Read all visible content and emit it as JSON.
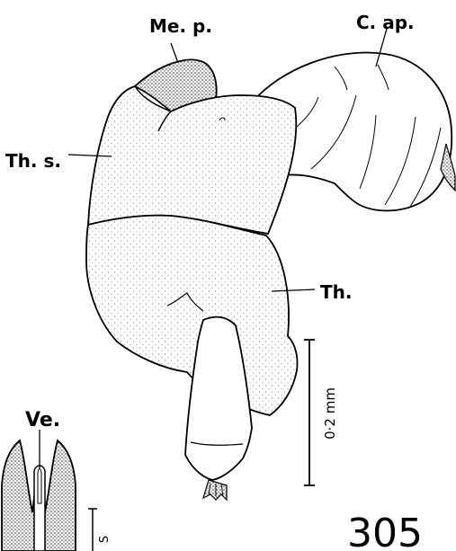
{
  "figure": {
    "number": "305",
    "labels": {
      "median_process": "Me. p.",
      "cap": "C. ap.",
      "theca_sclerite": "Th. s.",
      "theca": "Th.",
      "vesica": "Ve."
    },
    "scale_bar_main": "0·2 mm",
    "scale_bar_inset": "S"
  }
}
